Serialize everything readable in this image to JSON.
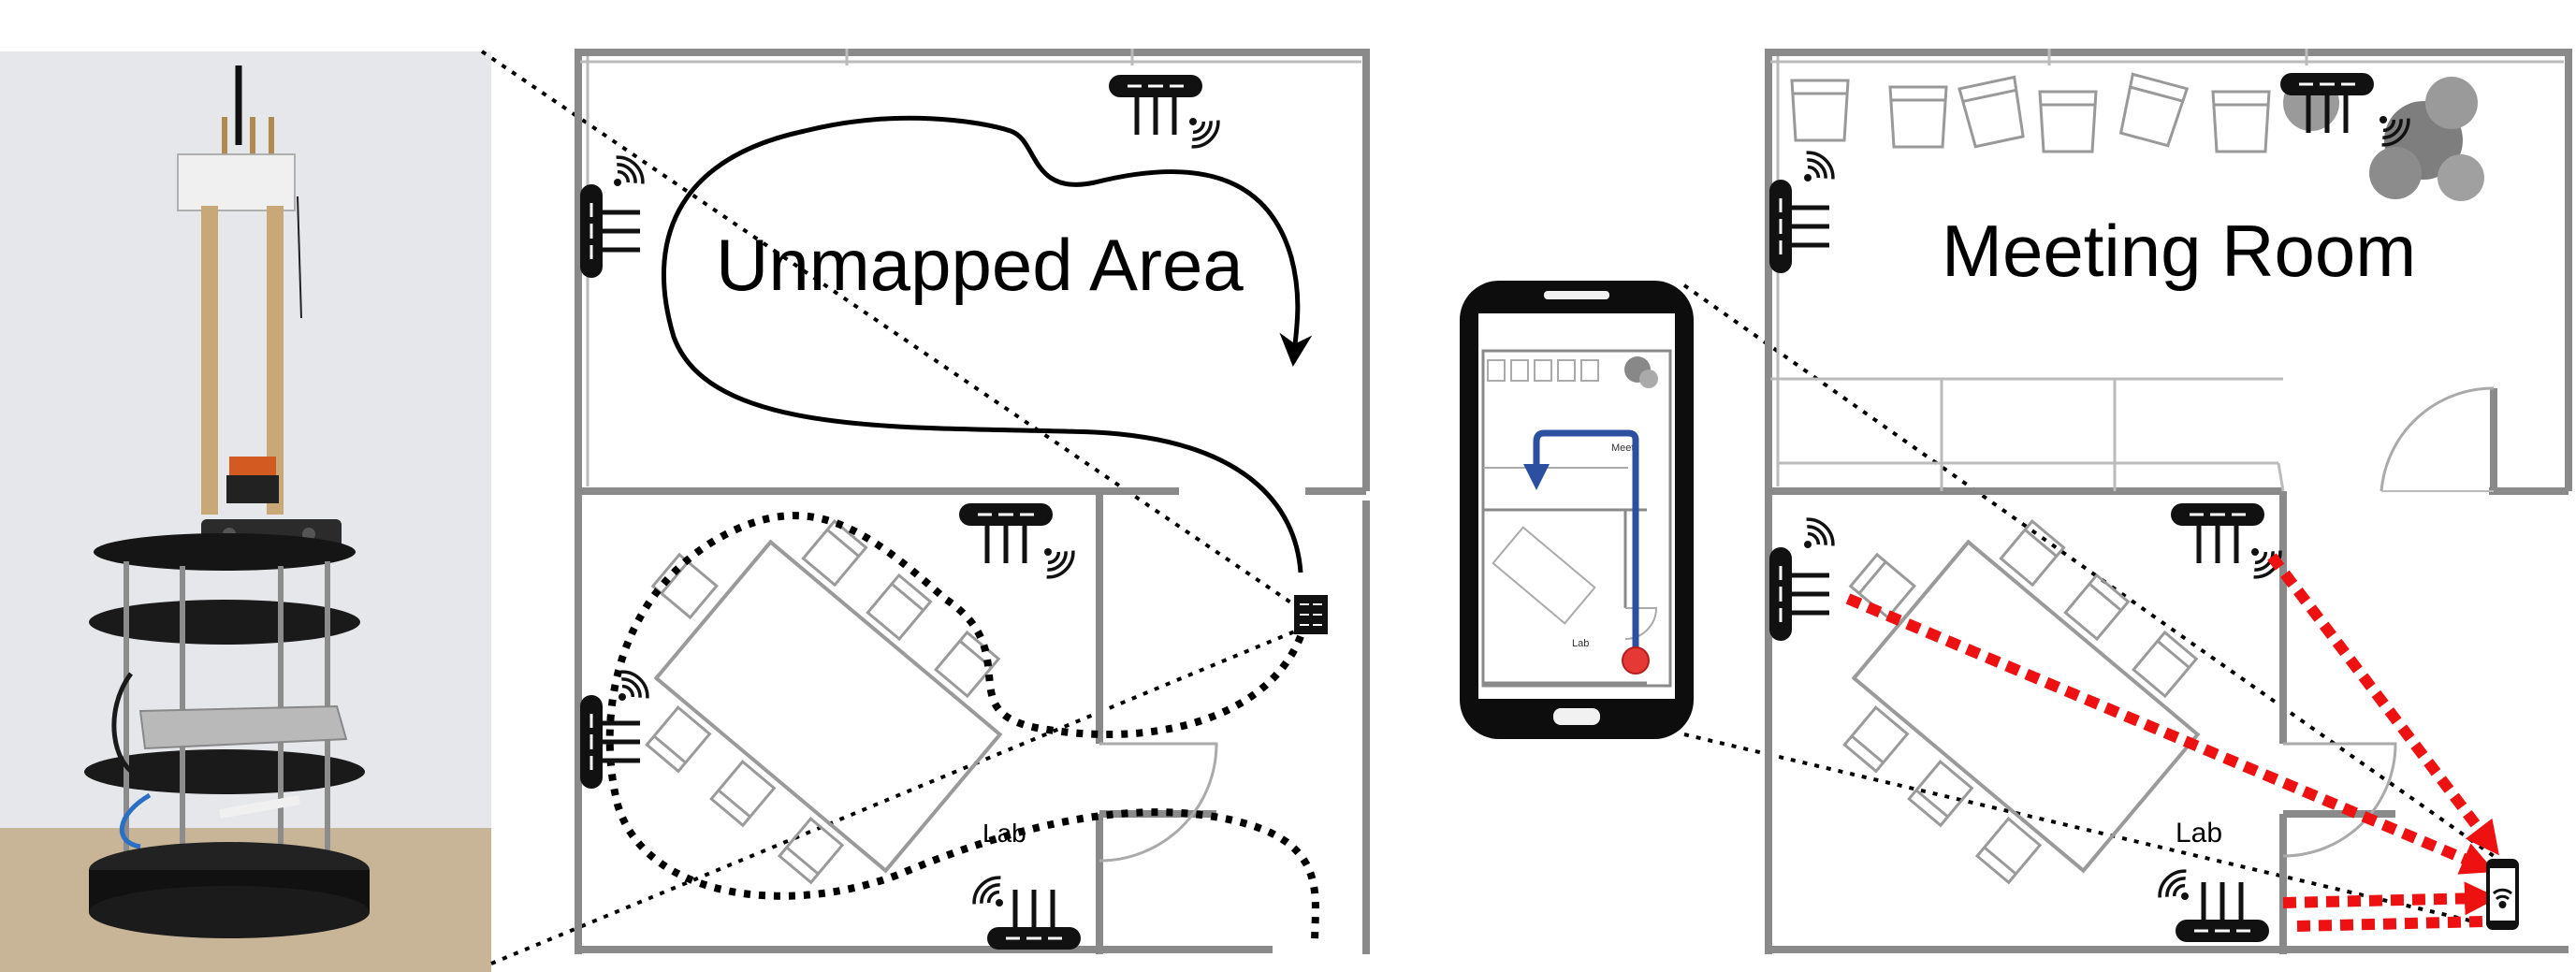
{
  "labels": {
    "unmapped_area": "Unmapped Area",
    "meeting_room": "Meeting Room",
    "lab_left": "Lab",
    "lab_right": "Lab",
    "phone_meeting": "Meeti",
    "phone_lab": "Lab"
  },
  "colors": {
    "wall": "#8a8a8a",
    "furniture": "#9a9a9a",
    "path_solid": "#000000",
    "path_dotted": "#000000",
    "signal": "#ee1111",
    "phone_route": "#2c4fa0",
    "phone_marker": "#e53935"
  },
  "icons": [
    "robot-photo",
    "wifi-router-icon",
    "smartphone-icon",
    "plant-icon",
    "wifi-signal-icon"
  ]
}
